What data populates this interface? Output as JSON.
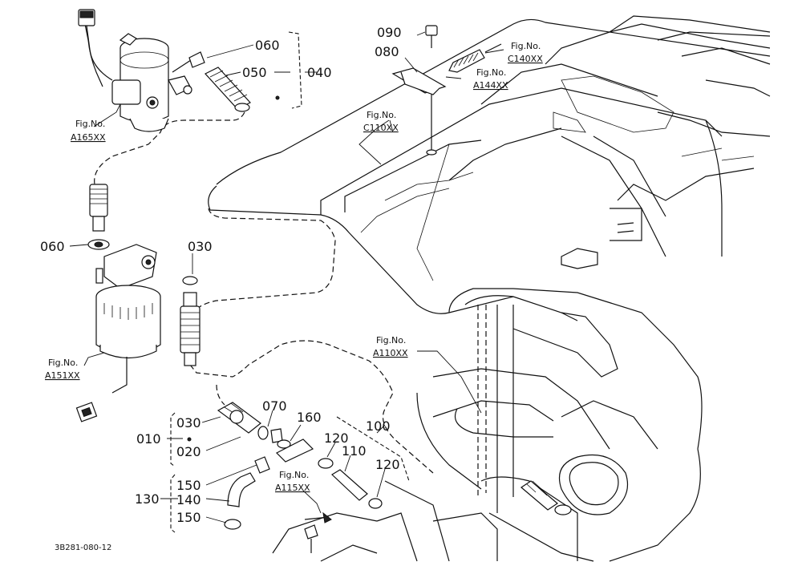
{
  "part_numbers": {
    "p060_top": "060",
    "p050": "050",
    "p040": "040",
    "p060_left": "060",
    "p030_top": "030",
    "p090": "090",
    "p080": "080",
    "p010": "010",
    "p030_mid": "030",
    "p020": "020",
    "p070": "070",
    "p160": "160",
    "p100": "100",
    "p120_a": "120",
    "p110": "110",
    "p120_b": "120",
    "p130": "130",
    "p150_a": "150",
    "p140": "140",
    "p150_b": "150"
  },
  "figure_refs": {
    "a165": {
      "fig": "Fig.No.",
      "code": "A165XX"
    },
    "a151": {
      "fig": "Fig.No.",
      "code": "A151XX"
    },
    "c110": {
      "fig": "Fig.No.",
      "code": "C110XX"
    },
    "c140": {
      "fig": "Fig.No.",
      "code": "C140XX"
    },
    "a144": {
      "fig": "Fig.No.",
      "code": "A144XX"
    },
    "a110": {
      "fig": "Fig.No.",
      "code": "A110XX"
    },
    "a115": {
      "fig": "Fig.No.",
      "code": "A115XX"
    }
  },
  "drawing_code": "3B281-080-12"
}
